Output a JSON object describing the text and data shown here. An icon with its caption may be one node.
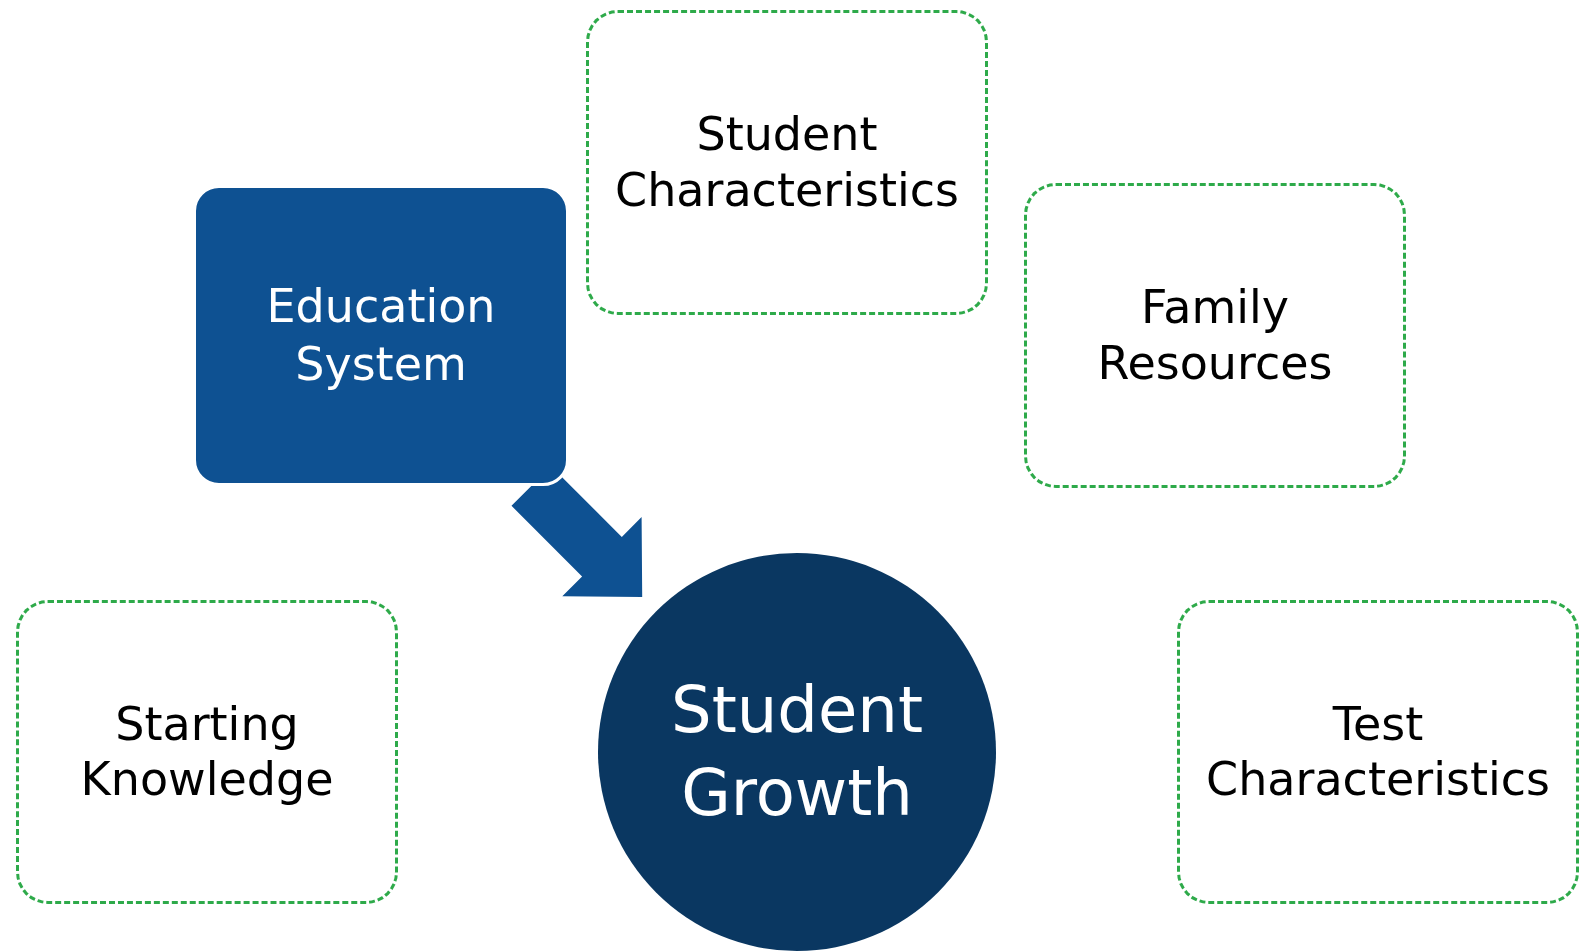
{
  "diagram": {
    "nodes": [
      {
        "text": [
          "Student Characteristics"
        ]
      },
      {
        "text": [
          "Education System"
        ]
      },
      {
        "text": [
          "Family Resources"
        ]
      },
      {
        "text": [
          "Starting Knowledge"
        ]
      },
      {
        "text": [
          "Student Growth"
        ]
      },
      {
        "text": [
          "Test Characteristics"
        ]
      }
    ],
    "edges": [
      {
        "from": 1,
        "to": 4,
        "arrow": "to",
        "style": "thick"
      }
    ]
  }
}
